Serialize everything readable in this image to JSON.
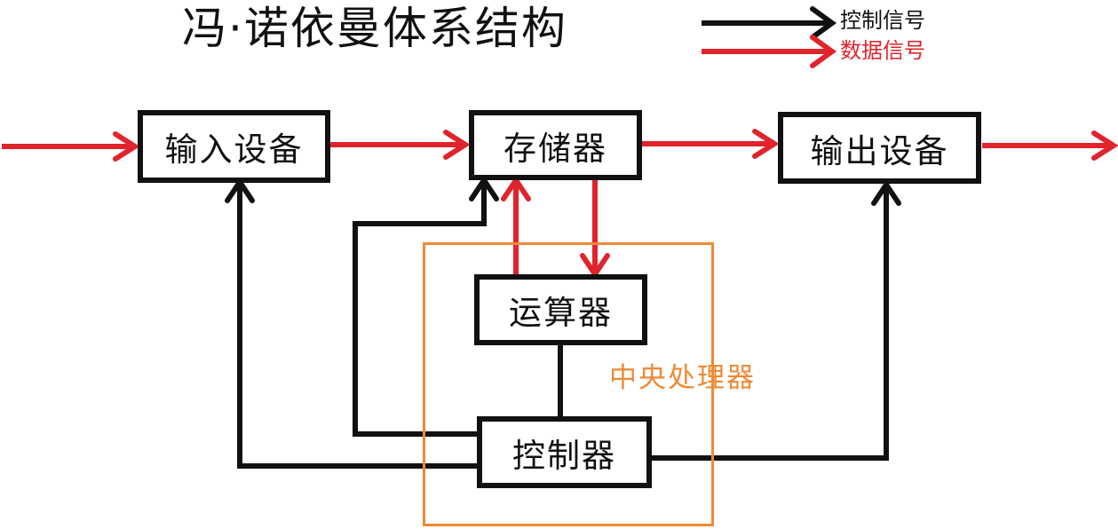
{
  "title": "冯·诺依曼体系结构",
  "legend": {
    "control_label": "控制信号",
    "data_label": "数据信号"
  },
  "nodes": {
    "input_device": "输入设备",
    "memory": "存储器",
    "output_device": "输出设备",
    "alu": "运算器",
    "controller": "控制器"
  },
  "cpu_group_label": "中央处理器",
  "colors": {
    "control_signal": "#111111",
    "data_signal": "#e0242c",
    "cpu_frame": "#ee8a36"
  }
}
